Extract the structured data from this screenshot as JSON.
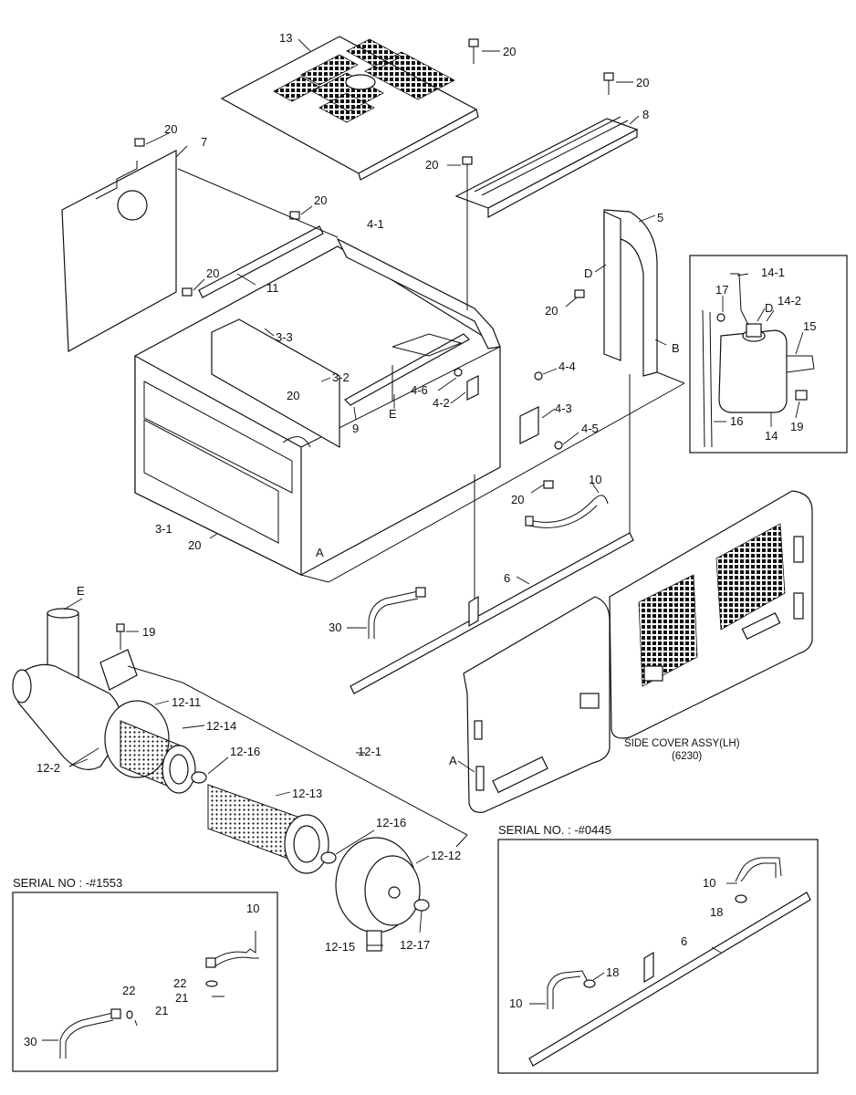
{
  "labels": {
    "p13": "13",
    "p20a": "20",
    "p20b": "20",
    "p20c": "20",
    "p20d": "20",
    "p20e": "20",
    "p20f": "20",
    "p20g": "20",
    "p20h": "20",
    "p20i": "20",
    "p8": "8",
    "p7": "7",
    "p5": "5",
    "p4_1": "4-1",
    "p11": "11",
    "p3_3": "3-3",
    "p3_2": "3-2",
    "p9": "9",
    "pE_top": "E",
    "p4_6": "4-6",
    "p4_2": "4-2",
    "p4_4": "4-4",
    "p4_3": "4-3",
    "p4_5": "4-5",
    "pD_side": "D",
    "pB": "B",
    "p3_1": "3-1",
    "pA_box": "A",
    "p10_main": "10",
    "p6_main": "6",
    "p30_main": "30",
    "p14_1": "14-1",
    "p17": "17",
    "pD_tank": "D",
    "p14_2": "14-2",
    "p15": "15",
    "p16": "16",
    "p14": "14",
    "p19_tank": "19",
    "pE_filter": "E",
    "p19_filter": "19",
    "p12_11": "12-11",
    "p12_14": "12-14",
    "p12_2": "12-2",
    "p12_16a": "12-16",
    "p12_1": "12-1",
    "p12_13": "12-13",
    "p12_16b": "12-16",
    "p12_12": "12-12",
    "p12_15": "12-15",
    "p12_17": "12-17",
    "pA_cover": "A",
    "side_cover": "SIDE COVER ASSY(LH)",
    "side_cover_code": "(6230)",
    "p10_l": "10",
    "p22a": "22",
    "p21a": "21",
    "p22b": "22",
    "p21b": "21",
    "p30_l": "30",
    "p10_r1": "10",
    "p18a": "18",
    "p6_r": "6",
    "p18b": "18",
    "p10_r2": "10"
  },
  "serial_left": "SERIAL NO : -#1553",
  "serial_right": "SERIAL NO. : -#0445",
  "colors": {
    "line": "#111111",
    "background": "#ffffff"
  }
}
